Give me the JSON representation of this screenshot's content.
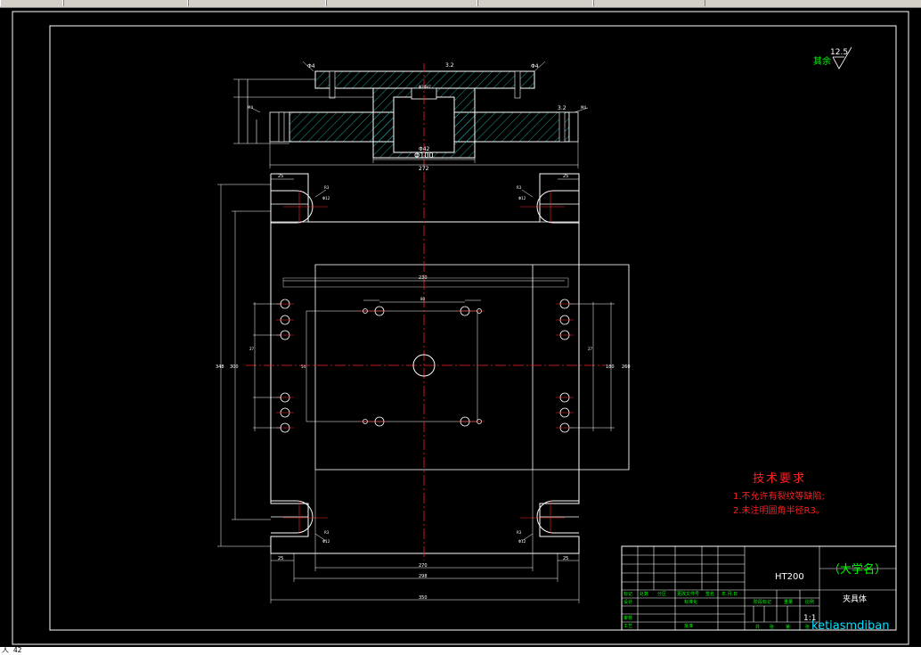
{
  "colors": {
    "outline": "#ffffff",
    "centerline": "#ff2020",
    "dimension": "#ffffff",
    "hatch": "#22c0c0",
    "note_text": "#ff2020",
    "title_green": "#00ff00",
    "watermark": "#00e0ff",
    "roughness": "#00ff00"
  },
  "status": {
    "coordinate": "人 42"
  },
  "roughness": {
    "label": "其余",
    "value": "12.5"
  },
  "section_view": {
    "dims": {
      "left_hole": "Φ4",
      "right_hole": "Φ4",
      "top_rough": "3.2",
      "bottom_rough": "3.2",
      "inner_bore": "Φ42",
      "outer_diameter": "Φ100",
      "overall_width": "272",
      "bore_top": "Φ24H7",
      "tail_left": "M4",
      "tail_right": "M4"
    }
  },
  "plan_view": {
    "dims": {
      "top_left_25": "25",
      "top_right_25": "25",
      "bottom_left_25": "25",
      "bottom_right_25": "25",
      "width_inner": "230",
      "bottom_270": "270",
      "bottom_298": "298",
      "bottom_overall": "350",
      "left_height": "348",
      "left_inner": "300",
      "right_height": "260",
      "right_inner": "180",
      "slot_r_tl": "R3",
      "slot_r_tr": "R3",
      "slot_r_bl": "R3",
      "slot_r_br": "R3",
      "slot_w_tl": "Φ12",
      "slot_w_tr": "Φ12",
      "slot_w_bl": "Φ12",
      "slot_w_br": "Φ12",
      "hole_pitch_top": "80",
      "hole_pitch_mid": "54",
      "left_pitch_1": "27",
      "right_pitch_1": "27"
    }
  },
  "notes": {
    "title": "技术要求",
    "line1": "1.不允许有裂纹等缺陷;",
    "line2": "2.未注明圆角半径R3。"
  },
  "title_block": {
    "material": "HT200",
    "school": "（大学名）",
    "part_name": "夹具体",
    "scale": "1:1",
    "watermark": "ketiasmdiban",
    "headers": [
      "标记",
      "处数",
      "分区",
      "更改文件号",
      "签名",
      "年.月.日"
    ],
    "row_labels": [
      "设计",
      "审核",
      "工艺"
    ],
    "mid_labels": [
      "标准化",
      "批准"
    ],
    "stage_labels": [
      "阶段标记",
      "重量",
      "比例"
    ],
    "bottom_labels": [
      "共",
      "张",
      "第",
      "张"
    ]
  }
}
